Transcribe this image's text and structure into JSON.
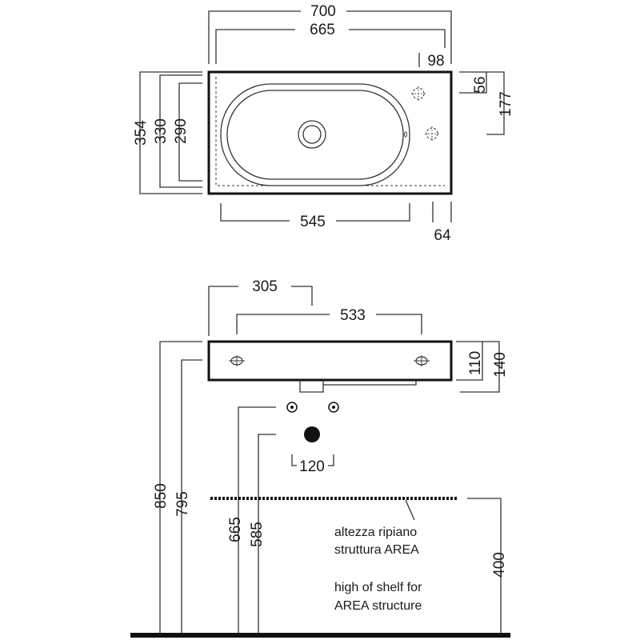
{
  "top_view": {
    "dims": {
      "width_overall": "700",
      "width_bowl_span": "665",
      "tap_offset": "98",
      "tap_hole_from_top": "56",
      "overflow_from_top": "177",
      "depth_overall": "354",
      "depth_330": "330",
      "depth_290": "290",
      "bowl_length": "545",
      "right_margin": "64"
    }
  },
  "front_view": {
    "dims": {
      "bracket_width": "305",
      "fixing_holes": "533",
      "slab_110": "110",
      "slab_140": "140",
      "height_850": "850",
      "height_795": "795",
      "height_665": "665",
      "height_585": "585",
      "supply_spacing": "120",
      "shelf_height": "400"
    },
    "notes": {
      "it_line1": "altezza ripiano",
      "it_line2": "struttura AREA",
      "en_line1": "high of shelf for",
      "en_line2": "AREA structure"
    }
  }
}
